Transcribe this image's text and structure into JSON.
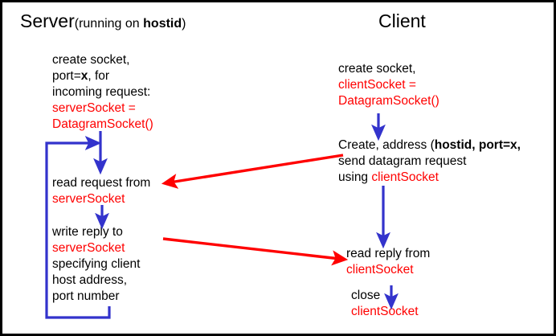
{
  "diagram": {
    "type": "udp-client-server-socket-interaction",
    "colors": {
      "text": "#000000",
      "code": "#ff0000",
      "control_flow_arrow": "#3333cc",
      "message_arrow": "#ff0000",
      "background": "#ffffff",
      "border": "#000000"
    }
  },
  "server": {
    "title": "Server",
    "title_suffix_open": " (running on ",
    "title_suffix_bold": "hostid",
    "title_suffix_close": ")",
    "steps": [
      {
        "id": "create-socket",
        "lines": [
          {
            "text": "create socket,",
            "style": "plain"
          },
          {
            "text": "port=",
            "style": "plain",
            "bold_tail": "x",
            "tail": ", for"
          },
          {
            "text": "incoming request:",
            "style": "plain"
          },
          {
            "text": "serverSocket =",
            "style": "code"
          },
          {
            "text": "DatagramSocket()",
            "style": "code"
          }
        ]
      },
      {
        "id": "read-request",
        "lines": [
          {
            "text": "read request from",
            "style": "plain"
          },
          {
            "text": "serverSocket",
            "style": "code"
          }
        ]
      },
      {
        "id": "write-reply",
        "lines": [
          {
            "text": "write reply to",
            "style": "plain"
          },
          {
            "text": "serverSocket",
            "style": "code"
          },
          {
            "text": "specifying client",
            "style": "plain"
          },
          {
            "text": "host address,",
            "style": "plain"
          },
          {
            "text": "port number",
            "style": "plain"
          }
        ]
      }
    ]
  },
  "client": {
    "title": "Client",
    "steps": [
      {
        "id": "create-socket",
        "lines": [
          {
            "text": "create socket,",
            "style": "plain"
          },
          {
            "text": "clientSocket =",
            "style": "code"
          },
          {
            "text": "DatagramSocket()",
            "style": "code"
          }
        ]
      },
      {
        "id": "create-address-send",
        "lines": [
          {
            "text": "Create, address (",
            "style": "plain",
            "bold_tail": "hostid, port=x,"
          },
          {
            "text": "send datagram request",
            "style": "plain"
          },
          {
            "text": "using ",
            "style": "plain",
            "code_tail": "clientSocket"
          }
        ]
      },
      {
        "id": "read-reply",
        "lines": [
          {
            "text": "read reply from",
            "style": "plain"
          },
          {
            "text": "clientSocket",
            "style": "code"
          }
        ]
      },
      {
        "id": "close",
        "lines": [
          {
            "text": "close",
            "style": "plain"
          },
          {
            "text": "clientSocket",
            "style": "code"
          }
        ]
      }
    ]
  },
  "text": {
    "server_title": "Server",
    "server_title_paren_open": "(running on ",
    "server_title_hostid": "hostid",
    "server_title_paren_close": ")",
    "client_title": "Client",
    "s1l1": "create socket,",
    "s1l2a": "port=",
    "s1l2b": "x",
    "s1l2c": ", for",
    "s1l3": "incoming request:",
    "s1l4": "serverSocket =",
    "s1l5": "DatagramSocket()",
    "s2l1": "read request from",
    "s2l2": "serverSocket",
    "s3l1": "write reply to",
    "s3l2": "serverSocket",
    "s3l3": "specifying client",
    "s3l4": "host address,",
    "s3l5": "port number",
    "c1l1": "create socket,",
    "c1l2": "clientSocket =",
    "c1l3": "DatagramSocket()",
    "c2l1a": "Create, address (",
    "c2l1b": "hostid, port=x,",
    "c2l2": "send datagram request",
    "c2l3a": "using ",
    "c2l3b": "clientSocket",
    "c3l1": "read reply from",
    "c3l2": "clientSocket",
    "c4l1": "close",
    "c4l2": "clientSocket"
  },
  "arrows": {
    "server_loop": "loop-back-arrow-server",
    "server_down_1": "down-arrow-create-to-read",
    "server_down_2": "down-arrow-read-to-write",
    "client_down_1": "down-arrow-create-to-address",
    "client_down_2": "down-arrow-send-to-read",
    "client_down_3": "down-arrow-read-to-close",
    "request_message": "request-datagram-arrow",
    "reply_message": "reply-datagram-arrow"
  }
}
